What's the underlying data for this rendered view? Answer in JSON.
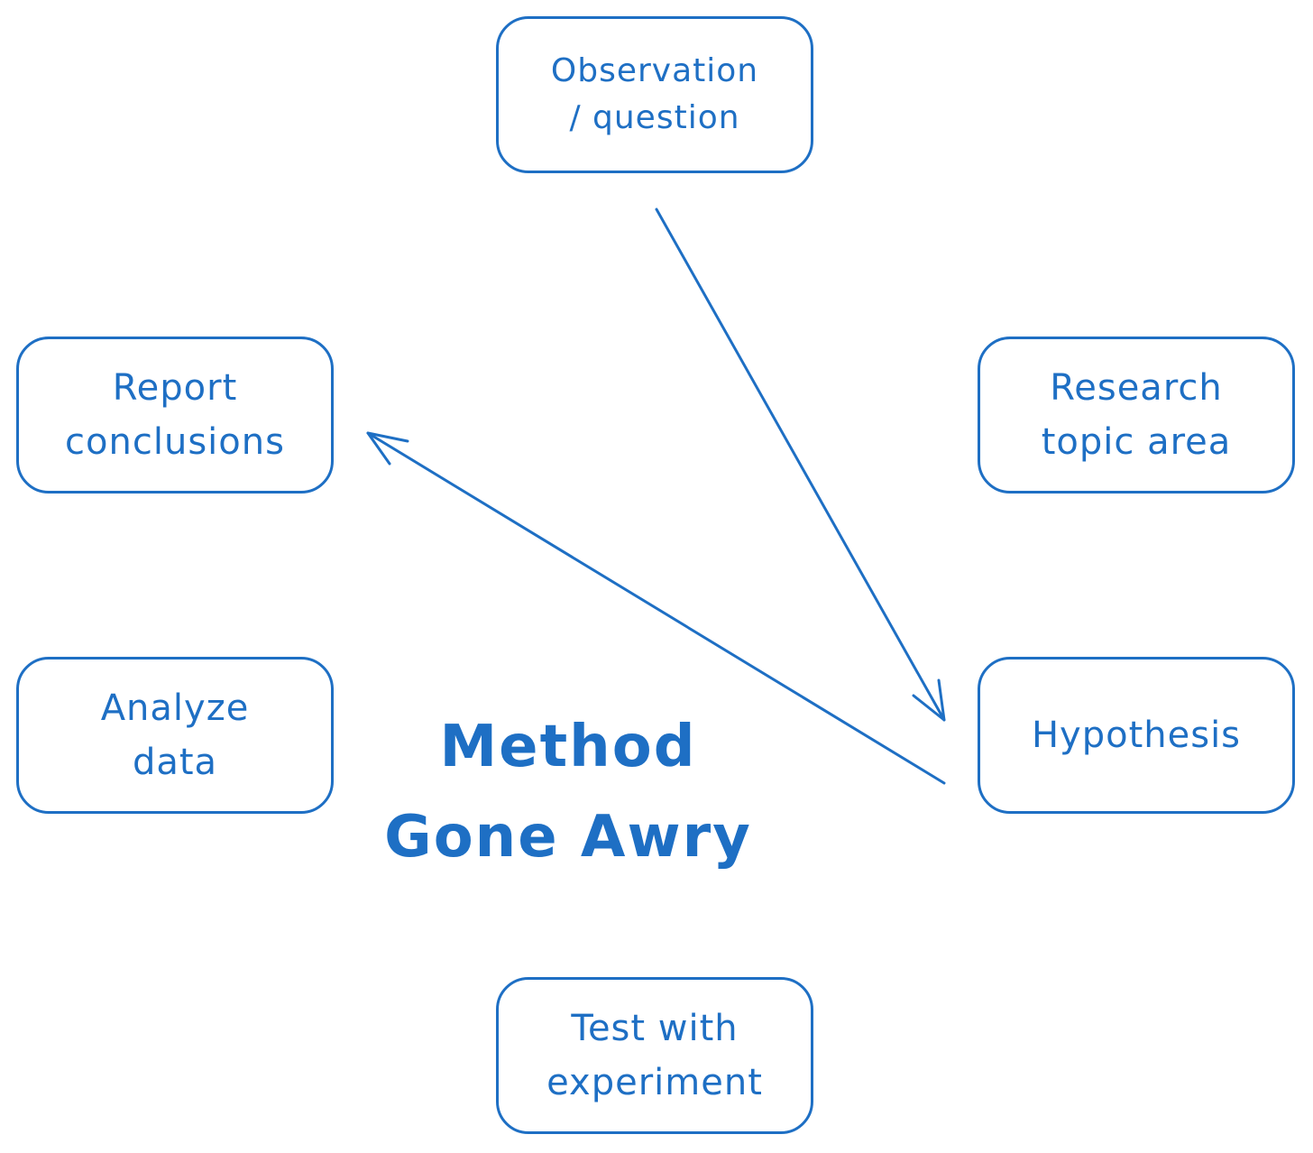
{
  "diagram": {
    "title": "Method\nGone Awry",
    "accent_color": "#1e6fc4",
    "nodes": {
      "observation": "Observation\n/ question",
      "research": "Research\ntopic area",
      "hypothesis": "Hypothesis",
      "test": "Test with\nexperiment",
      "analyze": "Analyze\ndata",
      "report": "Report\nconclusions"
    },
    "edges": [
      {
        "from": "observation",
        "to": "hypothesis"
      },
      {
        "from": "hypothesis",
        "to": "report"
      }
    ]
  }
}
